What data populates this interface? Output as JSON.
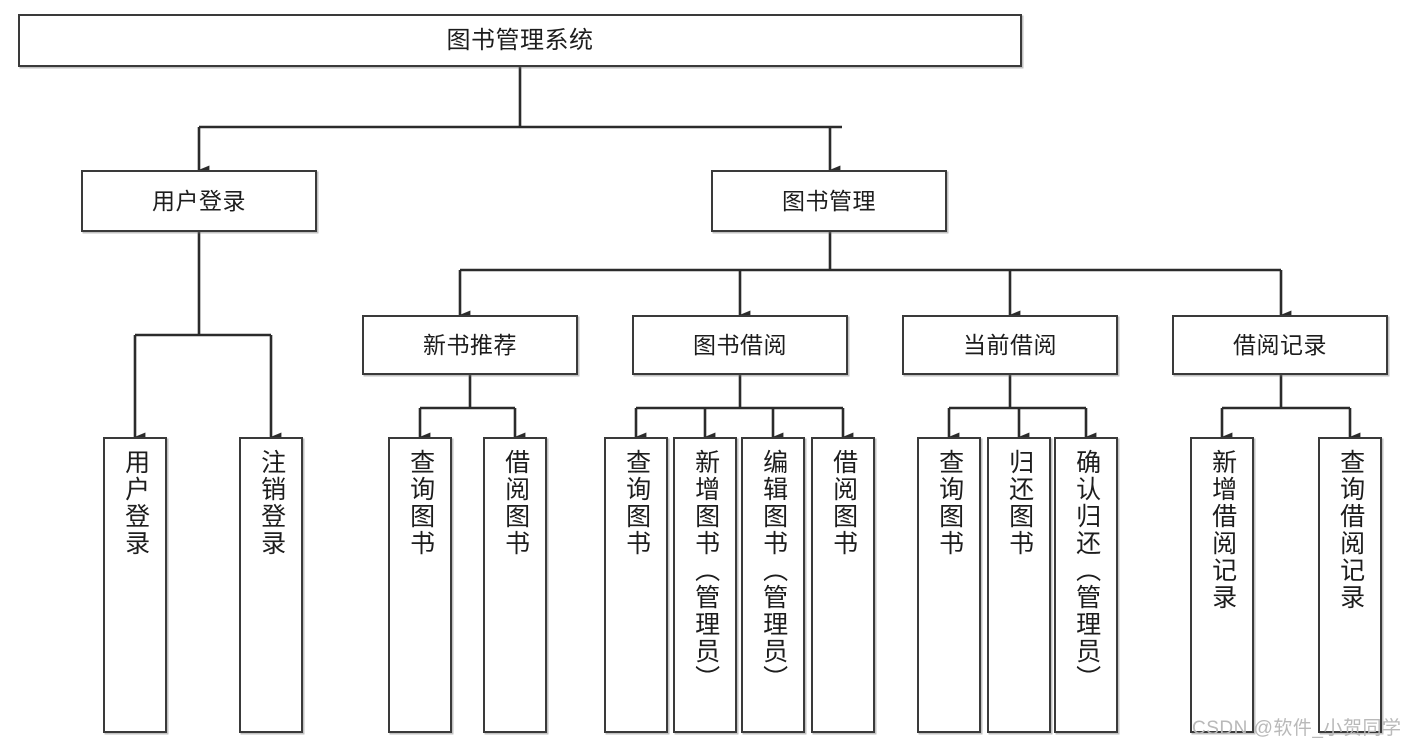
{
  "diagram": {
    "title": "图书管理系统",
    "watermark": "CSDN @软件_小贺同学",
    "colors": {
      "box_stroke": "#3a3a3a",
      "box_fill": "#ffffff",
      "edge": "#2b2b2b",
      "text": "#1d1d1d",
      "watermark": "#b9b9b9"
    },
    "nodes": {
      "root": {
        "label": "图书管理系统"
      },
      "level2": [
        {
          "label": "用户登录"
        },
        {
          "label": "图书管理"
        }
      ],
      "level3": [
        {
          "label": "新书推荐"
        },
        {
          "label": "图书借阅"
        },
        {
          "label": "当前借阅"
        },
        {
          "label": "借阅记录"
        }
      ],
      "leaves": {
        "user_login": [
          {
            "label": "用户登录"
          },
          {
            "label": "注销登录"
          }
        ],
        "new_book_recommend": [
          {
            "label": "查询图书"
          },
          {
            "label": "借阅图书"
          }
        ],
        "book_borrow": [
          {
            "label": "查询图书"
          },
          {
            "label": "新增图书（管理员）"
          },
          {
            "label": "编辑图书（管理员）"
          },
          {
            "label": "借阅图书"
          }
        ],
        "current_borrow": [
          {
            "label": "查询图书"
          },
          {
            "label": "归还图书"
          },
          {
            "label": "确认归还（管理员）"
          }
        ],
        "borrow_record": [
          {
            "label": "新增借阅记录"
          },
          {
            "label": "查询借阅记录"
          }
        ]
      }
    }
  }
}
